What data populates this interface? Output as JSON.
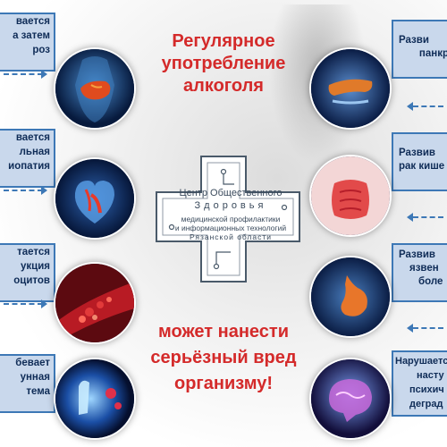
{
  "headline": {
    "line1": "Регулярное",
    "line2": "употребление",
    "line3": "алкоголя"
  },
  "footer_text": {
    "line1": "может нанести",
    "line2": "серьёзный вред",
    "line3": "организму!"
  },
  "logo": {
    "line1": "Центр Общественного",
    "line2": "Здоровья",
    "line3": "медицинской профилактики",
    "line4": "и информационных технологий",
    "line5": "Рязанской области"
  },
  "left_boxes": [
    {
      "line1": "вается",
      "line2": "а затем",
      "line3": "роз"
    },
    {
      "line1": "вается",
      "line2": "льная",
      "line3": "иопатия"
    },
    {
      "line1": "тается",
      "line2": "укция",
      "line3": "оцитов"
    },
    {
      "line1": "бевает",
      "line2": "унная",
      "line3": "тема"
    }
  ],
  "right_boxes": [
    {
      "line1": "Разви",
      "line2": "панкр"
    },
    {
      "line1": "Развив",
      "line2": "рак кише"
    },
    {
      "line1": "Развив",
      "line2": "язвен",
      "line3": "боле"
    },
    {
      "line1": "Нарушаетс",
      "line2": "насту",
      "line3": "психич",
      "line4": "деград"
    }
  ],
  "colors": {
    "accent_red": "#d42a2a",
    "box_fill": "#c9d8ec",
    "box_border": "#3d78b6",
    "box_text": "#0f2c57",
    "logo": "#4a5a6a"
  },
  "icons": [
    "liver-icon",
    "heart-icon",
    "blood-vessel-icon",
    "immune-icon",
    "pancreas-icon",
    "intestine-icon",
    "stomach-icon",
    "brain-icon"
  ]
}
